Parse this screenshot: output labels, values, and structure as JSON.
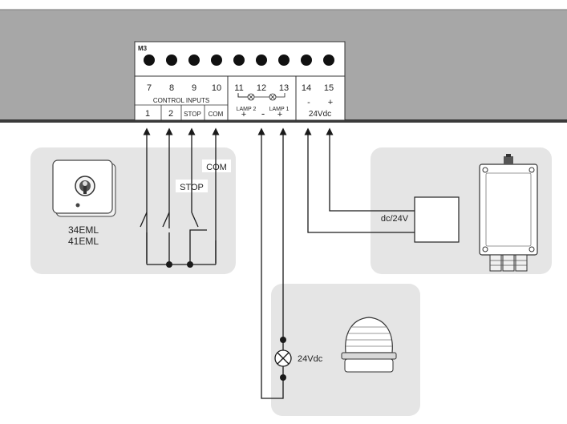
{
  "terminal_block": {
    "label": "M3",
    "terminals": [
      {
        "number": "7",
        "sub": "1"
      },
      {
        "number": "8",
        "sub": "2"
      },
      {
        "number": "9",
        "sub": "STOP"
      },
      {
        "number": "10",
        "sub": "COM"
      },
      {
        "number": "11",
        "sub": "+"
      },
      {
        "number": "12",
        "sub": "-"
      },
      {
        "number": "13",
        "sub": "+"
      },
      {
        "number": "14",
        "sub": "-"
      },
      {
        "number": "15",
        "sub": "+"
      }
    ],
    "group_labels": {
      "control_inputs": "CONTROL INPUTS",
      "lamp2": "LAMP 2",
      "lamp1": "LAMP 1",
      "supply": "24Vdc"
    }
  },
  "key_switch": {
    "models": [
      "34EML",
      "41EML"
    ],
    "stop_label": "STOP",
    "com_label": "COM"
  },
  "power_unit": {
    "label": "dc/24V"
  },
  "flashing_lamp": {
    "label": "24Vdc"
  },
  "colors": {
    "panel": "#a7a7a7",
    "zone": "#e5e5e5",
    "line": "#1a1a1a"
  }
}
